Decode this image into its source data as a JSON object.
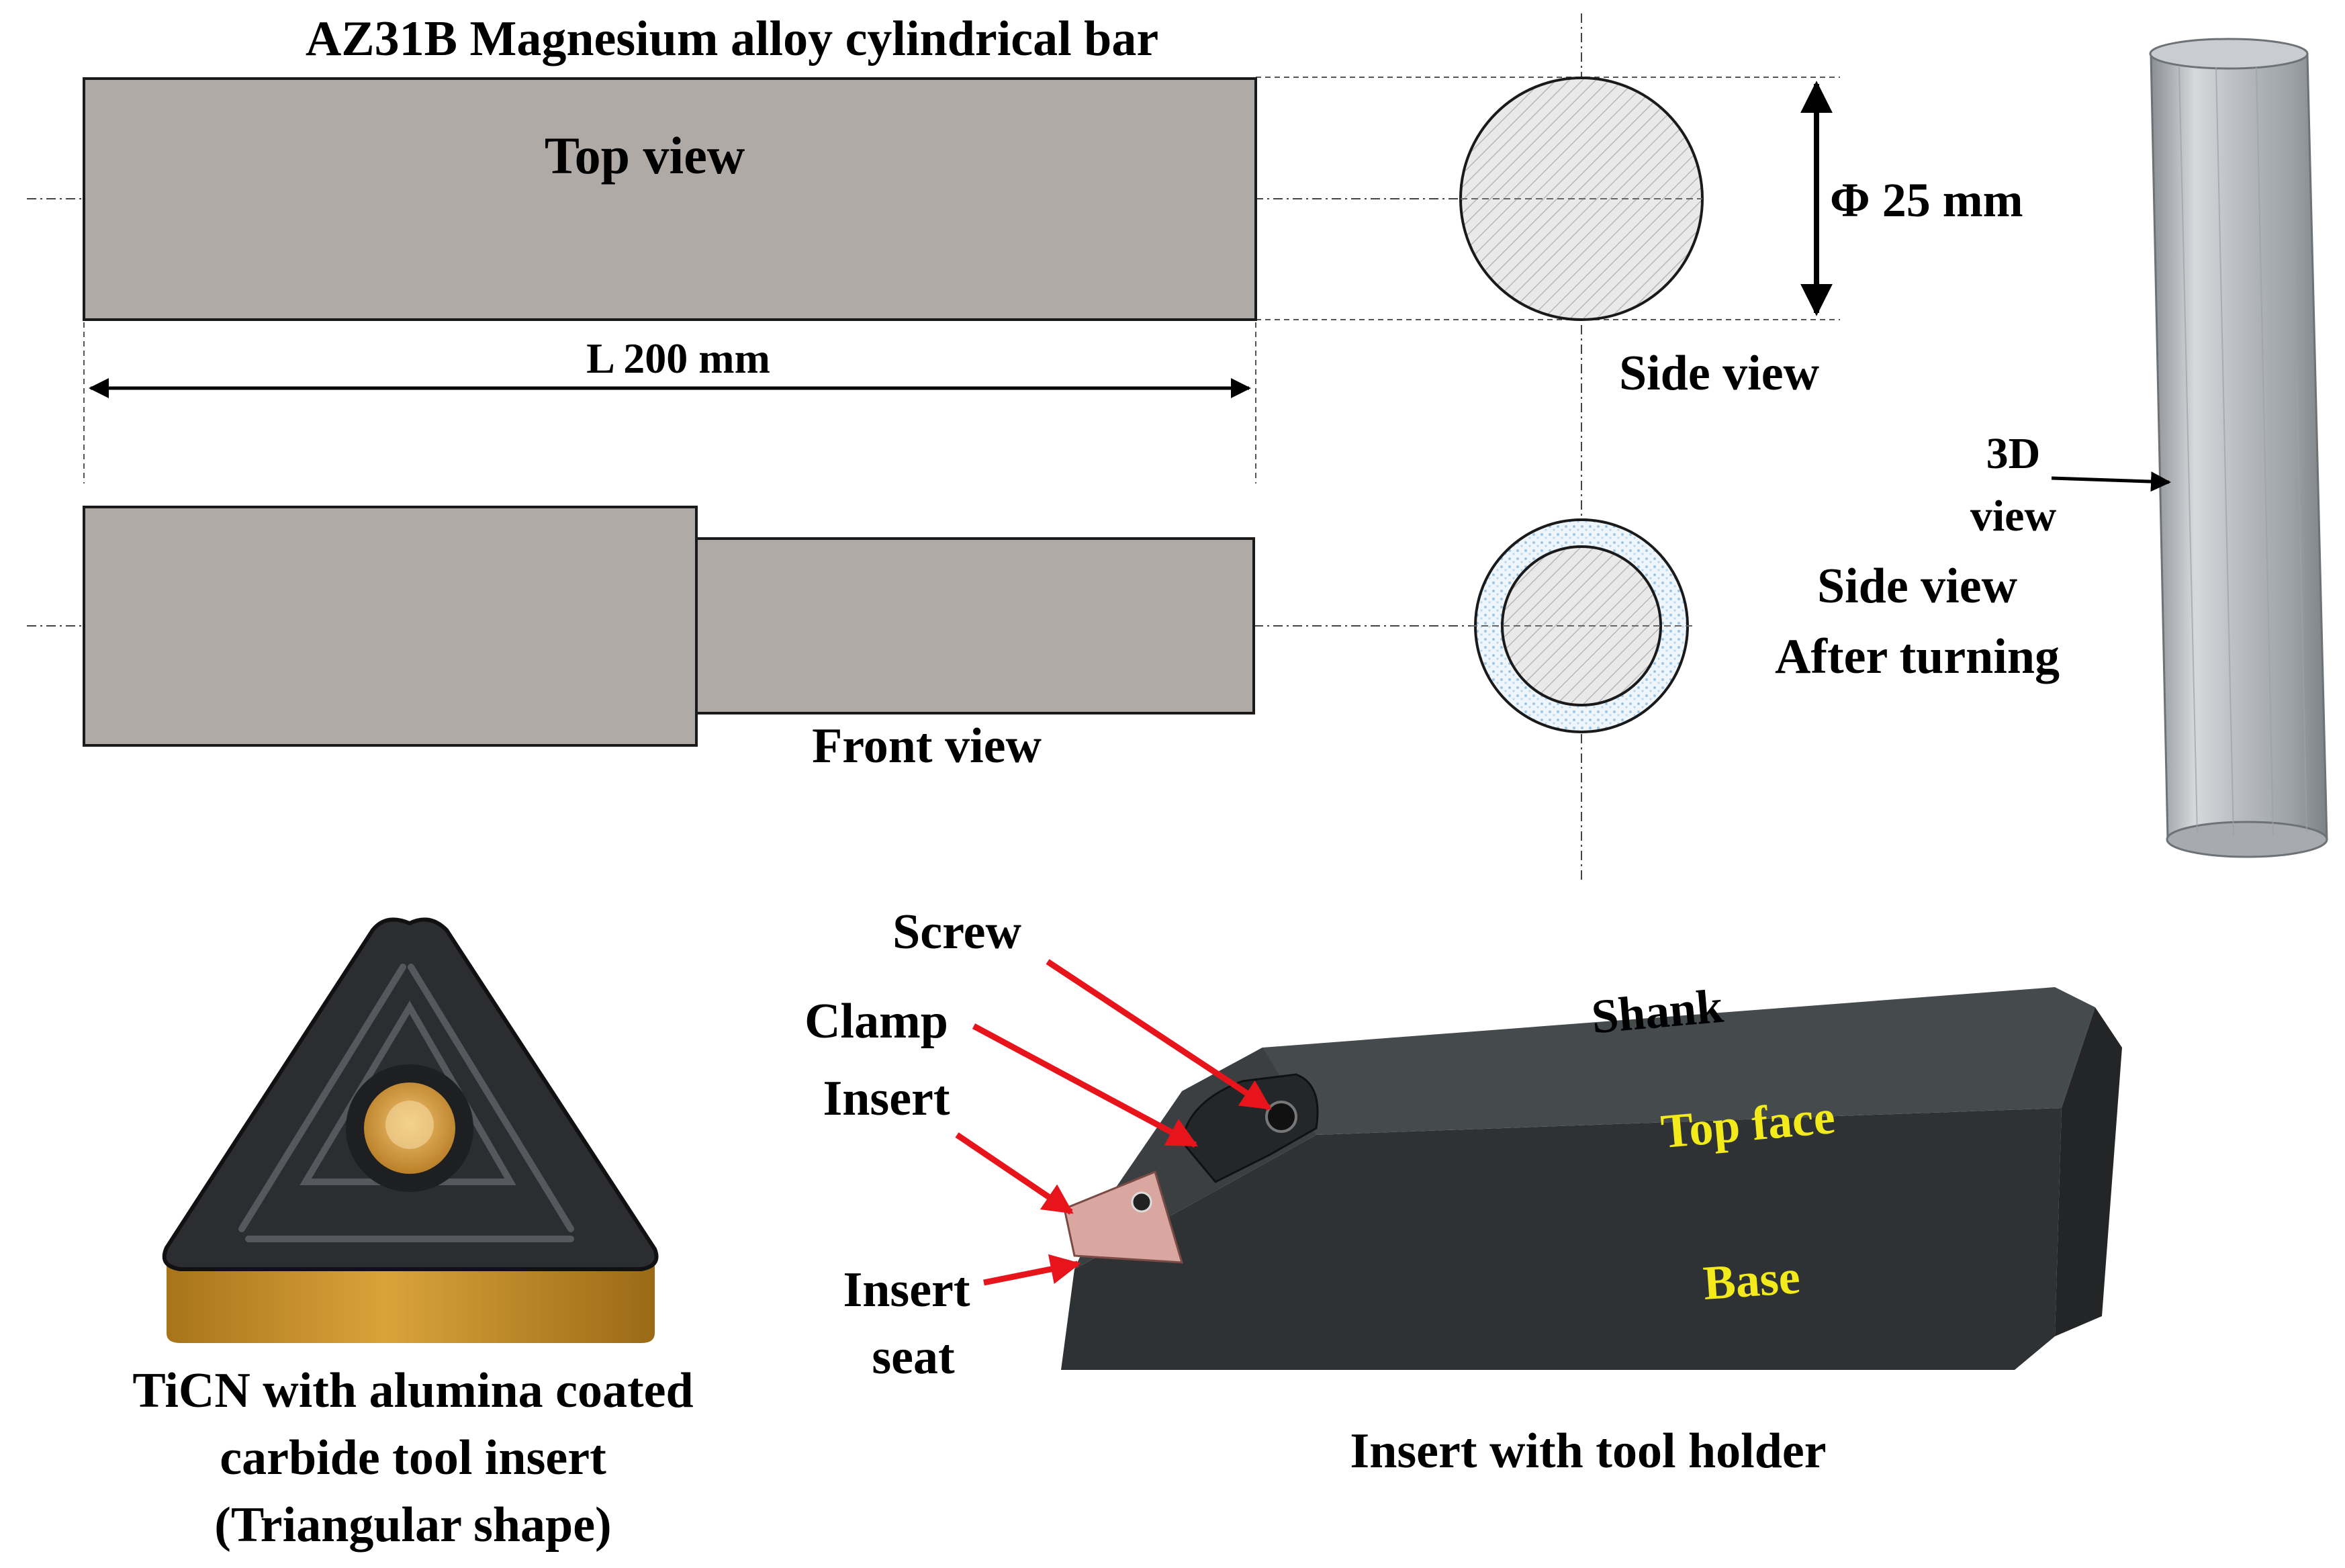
{
  "labels": {
    "title": "AZ31B Magnesium alloy cylindrical bar",
    "top_view": "Top view",
    "length": "L 200 mm",
    "diameter": "Φ 25 mm",
    "side_view": "Side view",
    "side_view_after_line1": "Side view",
    "side_view_after_line2": "After turning",
    "front_view": "Front view",
    "view3d_line1": "3D",
    "view3d_line2": "view",
    "screw": "Screw",
    "clamp": "Clamp",
    "insert": "Insert",
    "insert_seat_line1": "Insert",
    "insert_seat_line2": "seat",
    "shank": "Shank",
    "top_face": "Top face",
    "base": "Base",
    "insert_caption_line1": "TiCN with alumina coated",
    "insert_caption_line2": "carbide tool insert",
    "insert_caption_line3": "(Triangular shape)",
    "holder_caption": "Insert with tool holder"
  },
  "colors": {
    "bar_fill": "#b0aaa7",
    "outline": "#1a1a1a",
    "label_text": "#000000",
    "face_label": "#f2ea1a",
    "callout_arrow": "#e8141c",
    "insert_coating": "#c8921e",
    "insert_body": "#2b2d30",
    "holder_body": "#35383a",
    "insert_tip": "#d9a6a0",
    "dot_fill": "#9cc7e6"
  },
  "icons": {
    "bar_3d": "steel-rod-photo",
    "insert_photo": "triangular-carbide-insert-photo",
    "holder_photo": "turning-tool-holder-photo"
  }
}
